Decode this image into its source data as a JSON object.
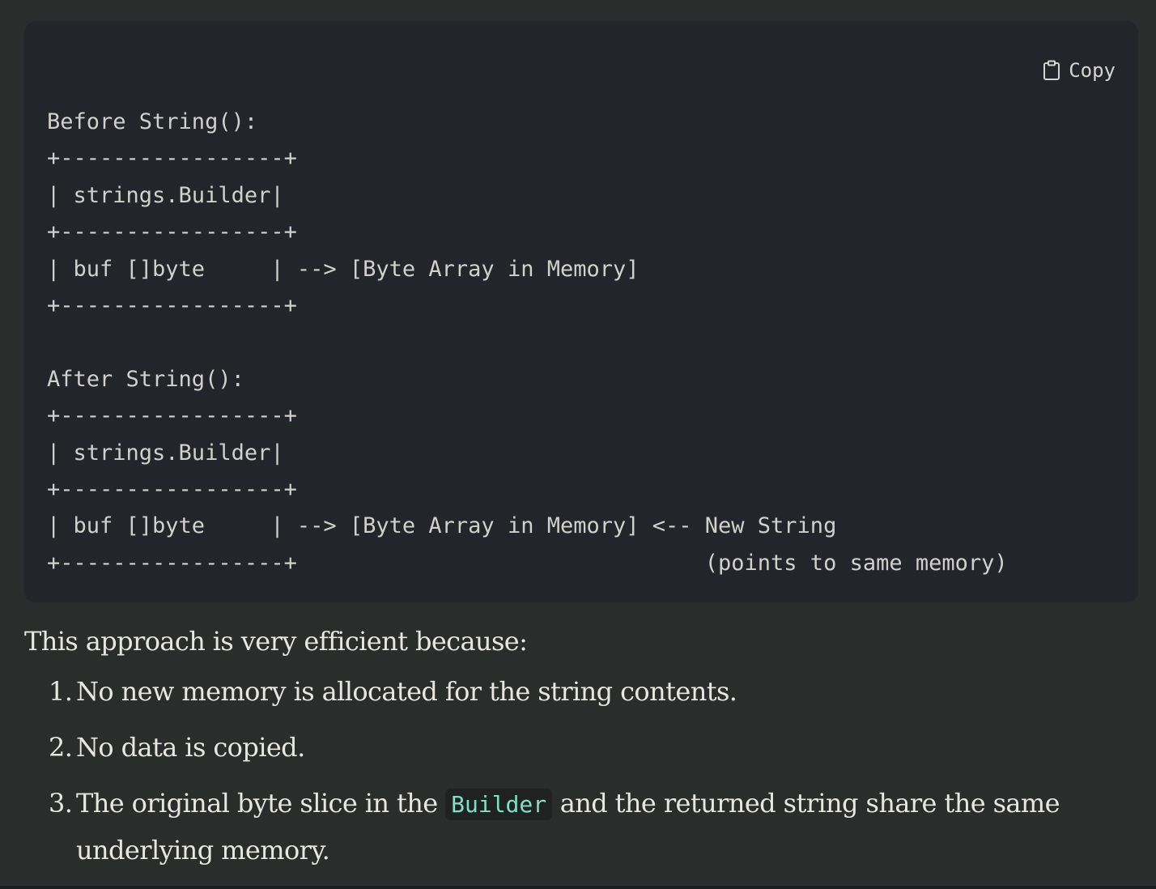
{
  "code_block": {
    "copy_label": "Copy",
    "copy_icon": "clipboard-icon",
    "code": "Before String():\n+-----------------+\n| strings.Builder|\n+-----------------+\n| buf []byte     | --> [Byte Array in Memory]\n+-----------------+\n\nAfter String():\n+-----------------+\n| strings.Builder|\n+-----------------+\n| buf []byte     | --> [Byte Array in Memory] <-- New String\n+-----------------+                               (points to same memory)"
  },
  "prose": {
    "lead": "This approach is very efficient because:",
    "items": [
      {
        "number": "1.",
        "text": "No new memory is allocated for the string contents."
      },
      {
        "number": "2.",
        "text": "No data is copied."
      },
      {
        "number": "3.",
        "text_before": "The original byte slice in the ",
        "code": "Builder",
        "text_after": " and the returned string share the same underlying memory."
      }
    ]
  },
  "colors": {
    "page_background": "#2b2c2c",
    "code_background": "#23252a",
    "code_text": "#d2d0ca",
    "inline_code": "#7ee0c2"
  }
}
